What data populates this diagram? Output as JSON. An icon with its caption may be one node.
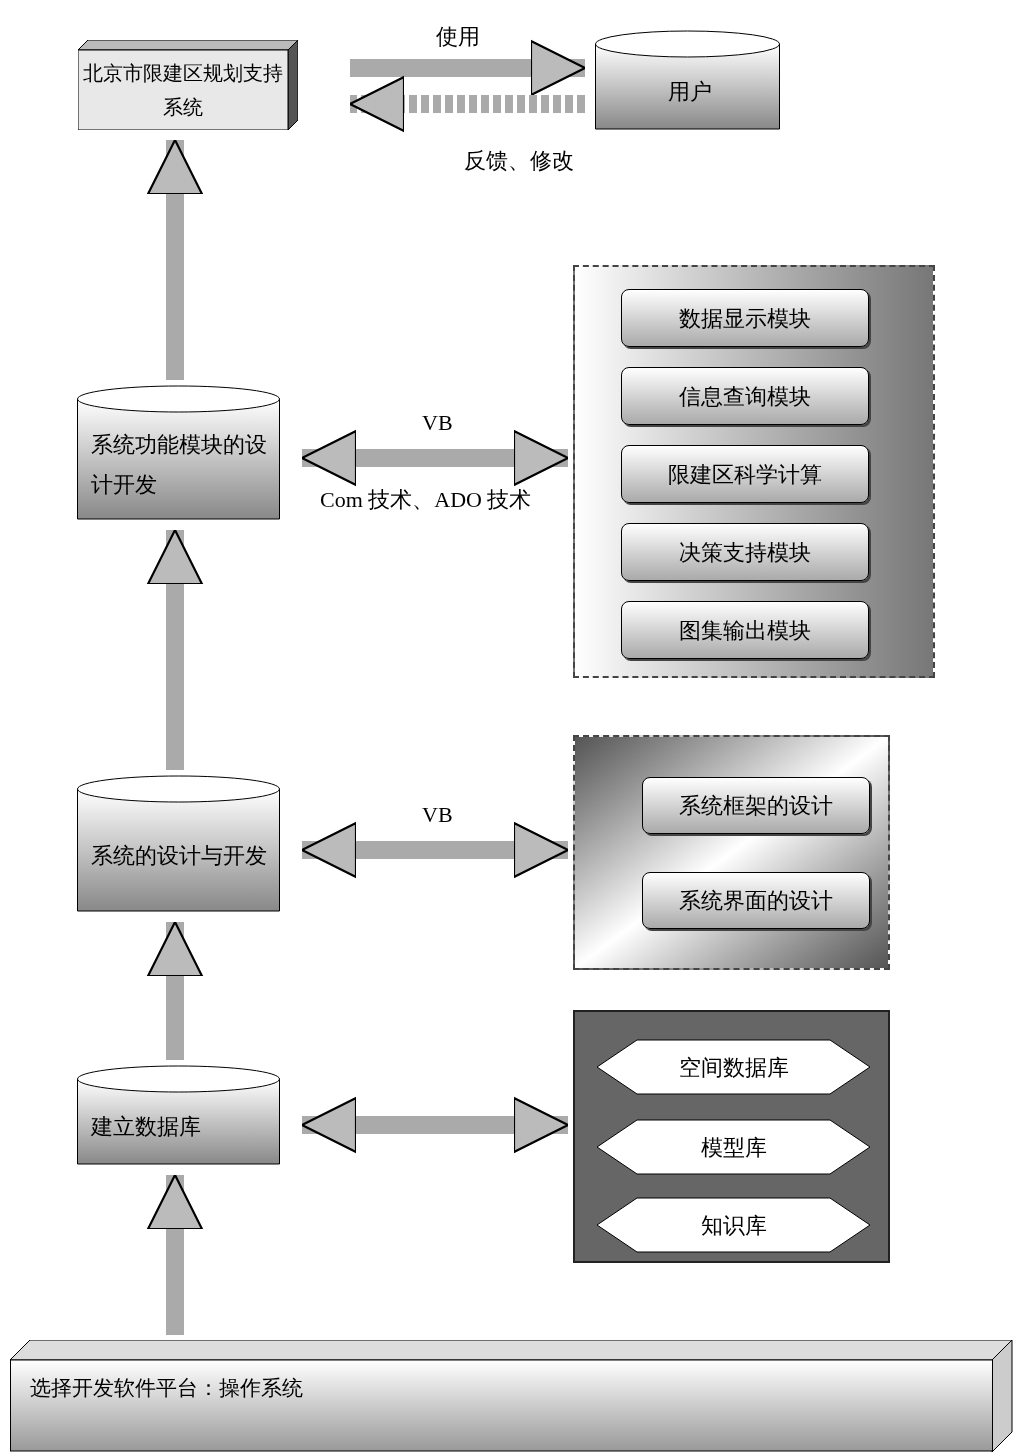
{
  "diagram": {
    "nodes": [
      {
        "text": [
          "北京市限建区规划支持系统"
        ]
      },
      {
        "text": [
          "用户"
        ]
      },
      {
        "text": [
          "系统功能模块的设计开发"
        ]
      },
      {
        "text": [],
        "shape": "box"
      },
      {
        "text": [
          "数据显示模块"
        ],
        "in": 3
      },
      {
        "text": [
          "信息查询模块"
        ],
        "in": 3
      },
      {
        "text": [
          "限建区科学计算"
        ],
        "in": 3
      },
      {
        "text": [
          "决策支持模块"
        ],
        "in": 3
      },
      {
        "text": [
          "图集输出模块"
        ],
        "in": 3
      },
      {
        "text": [
          "系统的设计与开发"
        ]
      },
      {
        "text": [],
        "shape": "box"
      },
      {
        "text": [
          "系统框架的设计"
        ],
        "in": 10
      },
      {
        "text": [
          "系统界面的设计"
        ],
        "in": 10
      },
      {
        "text": [
          "建立数据库"
        ]
      },
      {
        "text": [],
        "shape": "box"
      },
      {
        "text": [
          "空间数据库"
        ],
        "in": 14
      },
      {
        "text": [
          "模型库"
        ],
        "in": 14
      },
      {
        "text": [
          "知识库"
        ],
        "in": 14
      },
      {
        "text": [
          "选择开发软件平台：操作系统"
        ]
      }
    ],
    "edges": [
      {
        "from": 0,
        "to": 1,
        "arrow": "to",
        "label": "使用"
      },
      {
        "from": 1,
        "to": 0,
        "arrow": "to",
        "label": "反馈、修改",
        "style": "dashed"
      },
      {
        "from": 2,
        "to": 0,
        "arrow": "to"
      },
      {
        "from": 2,
        "to": 3,
        "arrow": "both",
        "label": "VB"
      },
      {
        "from": 9,
        "to": 2,
        "arrow": "to"
      },
      {
        "from": 9,
        "to": 10,
        "arrow": "both",
        "label": "VB"
      },
      {
        "from": 13,
        "to": 9,
        "arrow": "to"
      },
      {
        "from": 13,
        "to": 14,
        "arrow": "both"
      },
      {
        "from": 18,
        "to": 13,
        "arrow": "to"
      }
    ],
    "labels": [
      "Com 技术、ADO 技术"
    ]
  }
}
